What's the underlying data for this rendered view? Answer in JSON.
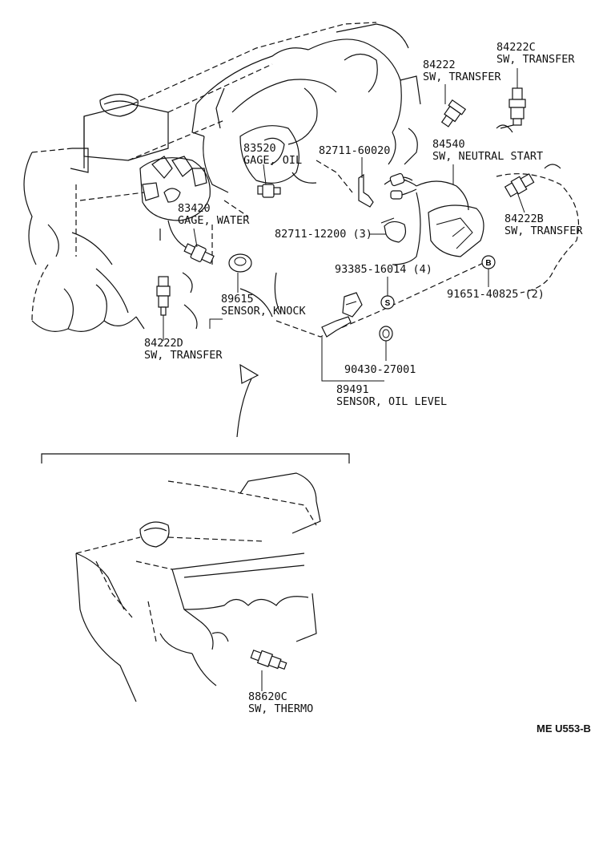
{
  "parts": [
    {
      "id": "p84222C",
      "number": "84222C",
      "name": "SW, TRANSFER"
    },
    {
      "id": "p84222",
      "number": "84222",
      "name": "SW, TRANSFER"
    },
    {
      "id": "p83520",
      "number": "83520",
      "name": "GAGE, OIL"
    },
    {
      "id": "p82711a",
      "number": "82711-60020",
      "name": ""
    },
    {
      "id": "p84540",
      "number": "84540",
      "name": "SW, NEUTRAL  START"
    },
    {
      "id": "p83420",
      "number": "83420",
      "name": "GAGE, WATER"
    },
    {
      "id": "p84222B",
      "number": "84222B",
      "name": "SW, TRANSFER"
    },
    {
      "id": "p82711b",
      "number": "82711-12200 (3)",
      "name": ""
    },
    {
      "id": "p93385",
      "number": "93385-16014 (4)",
      "name": ""
    },
    {
      "id": "p91651",
      "number": "91651-40825 (2)",
      "name": ""
    },
    {
      "id": "p89615",
      "number": "89615",
      "name": "SENSOR, KNOCK"
    },
    {
      "id": "p84222D",
      "number": "84222D",
      "name": "SW, TRANSFER"
    },
    {
      "id": "p90430",
      "number": "90430-27001",
      "name": ""
    },
    {
      "id": "p89491",
      "number": "89491",
      "name": "SENSOR, OIL  LEVEL"
    },
    {
      "id": "p88620C",
      "number": "88620C",
      "name": "SW, THERMO"
    }
  ],
  "markers": {
    "s": "S",
    "b": "B"
  },
  "diagram_code": "ME  U553-B"
}
